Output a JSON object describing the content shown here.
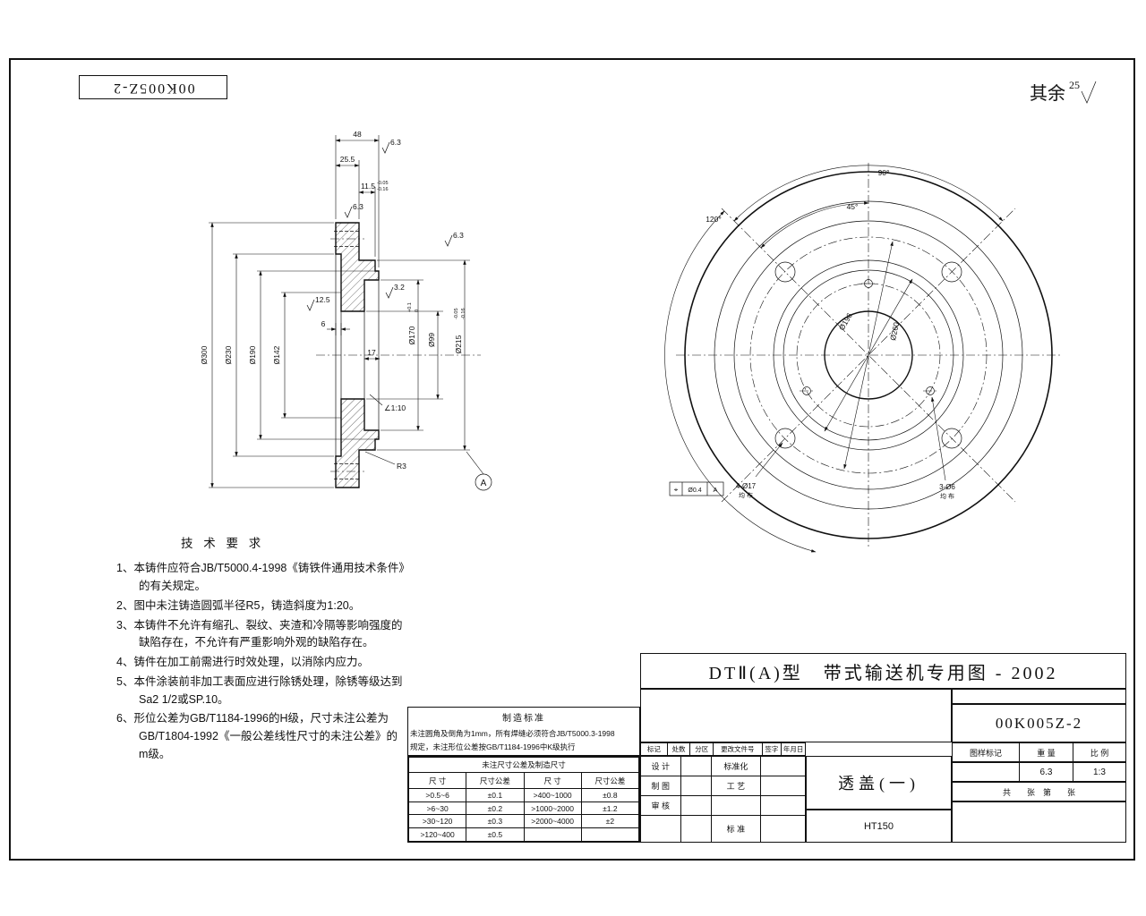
{
  "page": {
    "bg": "#ffffff",
    "line": "#111111"
  },
  "header": {
    "part_no_rotated": "00K005Z-2",
    "rest_label": "其余",
    "rest_roughness": "25"
  },
  "section_view": {
    "dim_48": "48",
    "dim_25_5": "25.5",
    "dim_11_5": "11.5",
    "dim_11_5_sup": "-0.05",
    "dim_11_5_sub": "-0.16",
    "sf_63_a": "6.3",
    "sf_63_b": "6.3",
    "sf_63_c": "6.3",
    "sf_32": "3.2",
    "sf_125": "12.5",
    "dim_6": "6",
    "dim_17": "17",
    "dia_300": "Ø300",
    "dia_230": "Ø230",
    "dia_190": "Ø190",
    "dia_142": "Ø142",
    "dia_170": "Ø170",
    "dia_170_sup": "+0.1",
    "dia_170_sub": "0",
    "dia_99": "Ø99",
    "dia_215": "Ø215",
    "dia_215_sup": "-0.05",
    "dia_215_sub": "-0.16",
    "taper": "∠1:10",
    "fillet": "R3",
    "datum": "A"
  },
  "front_view": {
    "angle_90": "90°",
    "angle_45": "45°",
    "angle_120": "120°",
    "dia_196": "Ø196",
    "dia_260": "Ø260",
    "holes_4": "4-Ø17",
    "holes_4_note": "均 布",
    "holes_3": "3-Ø6",
    "holes_3_note": "均 布",
    "tol_sym": "⌖",
    "tol_val": "Ø0.4",
    "tol_datum": "A"
  },
  "tech_req": {
    "title": "技 术 要 求",
    "items": [
      "1、本铸件应符合JB/T5000.4-1998《铸铁件通用技术条件》的有关规定。",
      "2、图中未注铸造圆弧半径R5，铸造斜度为1:20。",
      "3、本铸件不允许有缩孔、裂纹、夹渣和冷隔等影响强度的缺陷存在，不允许有严重影响外观的缺陷存在。",
      "4、铸件在加工前需进行时效处理，以消除内应力。",
      "5、本件涂装前非加工表面应进行除锈处理，除锈等级达到Sa2 1/2或SP.10。",
      "6、形位公差为GB/T1184-1996的H级，尺寸未注公差为GB/T1804-1992《一般公差线性尺寸的未注公差》的m级。"
    ]
  },
  "title_block": {
    "main_title": "DTⅡ(A)型　带式输送机专用图 - 2002",
    "drawing_no": "00K005Z-2",
    "mfg_std_title": "制造标准",
    "mfg_std_line1": "未注圆角及倒角为1mm，所有焊缝必须符合JB/T5000.3-1998",
    "mfg_std_line2": "规定，未注形位公差按GB/T1184-1996中K级执行",
    "tol_table": {
      "title": "未注尺寸公差及制造尺寸",
      "headers": [
        "尺  寸",
        "尺寸公差",
        "尺  寸",
        "尺寸公差"
      ],
      "rows": [
        [
          ">0.5~6",
          "±0.1",
          ">400~1000",
          "±0.8"
        ],
        [
          ">6~30",
          "±0.2",
          ">1000~2000",
          "±1.2"
        ],
        [
          ">30~120",
          "±0.3",
          ">2000~4000",
          "±2"
        ],
        [
          ">120~400",
          "±0.5",
          "",
          ""
        ]
      ]
    },
    "rev_headers": [
      "标记",
      "处数",
      "分区",
      "更改文件号",
      "签字",
      "年月日"
    ],
    "roles": {
      "design": "设 计",
      "draft": "制 图",
      "check": "审 核",
      "std": "标准化",
      "process": "工 艺",
      "standard": "标 准"
    },
    "part_name": "透盖(一)",
    "material": "HT150",
    "mark_label": "图样标记",
    "weight_label": "重 量",
    "scale_label": "比 例",
    "weight": "6.3",
    "scale": "1:3",
    "sheets": "共　　张　第　　张"
  }
}
